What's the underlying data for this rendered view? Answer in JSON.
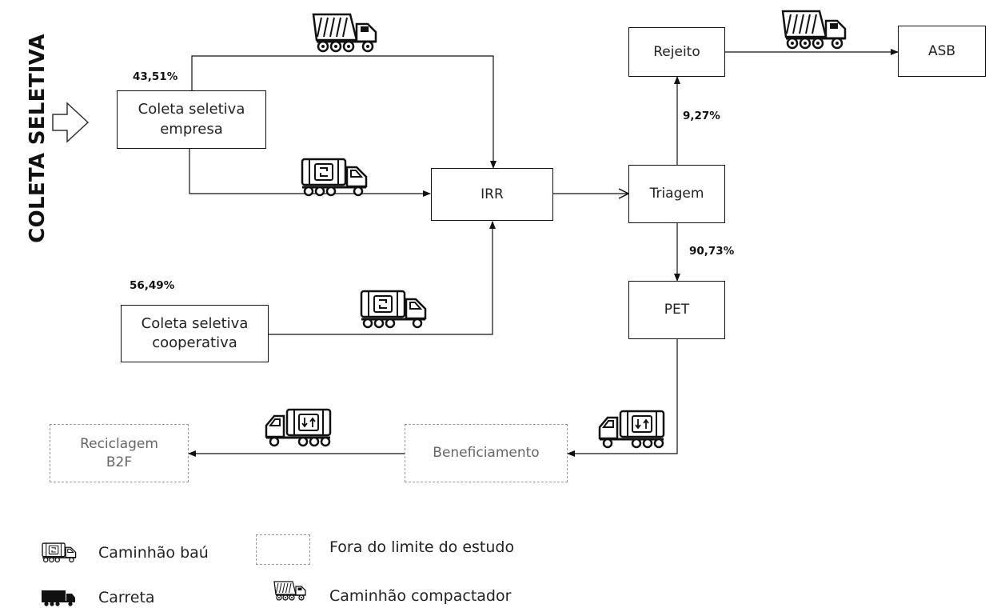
{
  "side_title": "COLETA SELETIVA",
  "nodes": {
    "coleta_empresa": "Coleta seletiva\nempresa",
    "coleta_cooperativa": "Coleta seletiva\ncooperativa",
    "irr": "IRR",
    "triagem": "Triagem",
    "rejeito": "Rejeito",
    "asb": "ASB",
    "pet": "PET",
    "beneficiamento": "Beneficiamento",
    "reciclagem": "Reciclagem\nB2F"
  },
  "percentages": {
    "empresa": "43,51%",
    "cooperativa": "56,49%",
    "rejeito": "9,27%",
    "pet": "90,73%"
  },
  "legend": {
    "caminhao_bau": "Caminhão baú",
    "carreta": "Carreta",
    "fora_limite": "Fora do limite do estudo",
    "compactador": "Caminhão compactador"
  },
  "colors": {
    "line": "#111111",
    "dashed_border": "#9a9a9a",
    "dashed_text": "#666666"
  }
}
